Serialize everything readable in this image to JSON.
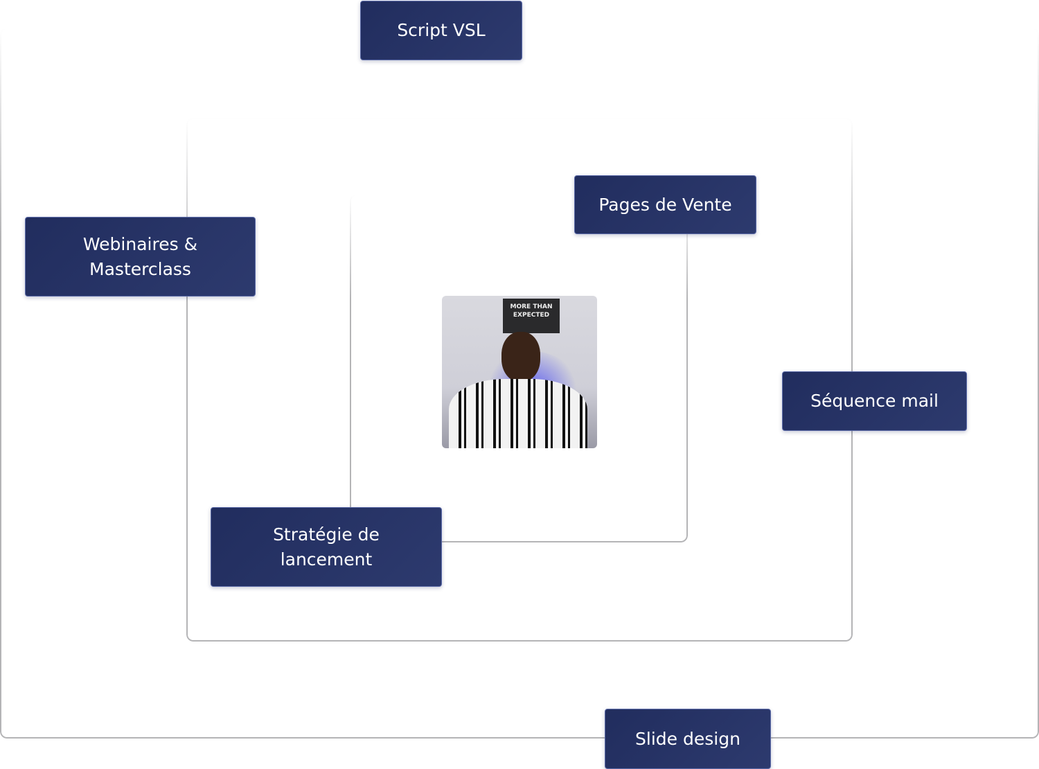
{
  "diagram": {
    "nodes": {
      "script_vsl": "Script VSL",
      "pages_de_vente": "Pages de Vente",
      "webinaires": "Webinaires & Masterclass",
      "sequence_mail": "Séquence mail",
      "strategie": "Stratégie de lancement",
      "slide_design": "Slide design"
    },
    "center_image": {
      "poster_text": "MORE THAN EXPECTED"
    },
    "colors": {
      "node_bg": "#26326a",
      "line": "#b4b4b6"
    }
  }
}
